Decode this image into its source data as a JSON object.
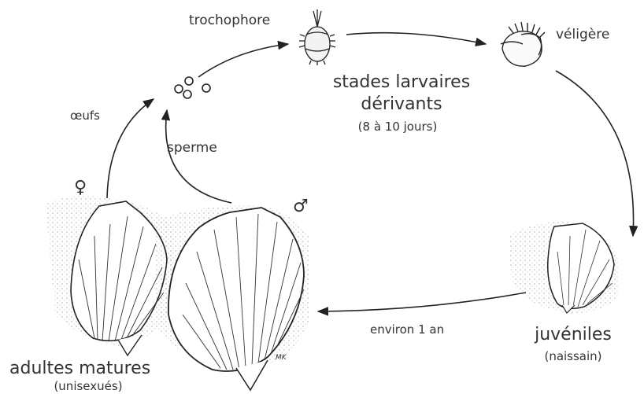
{
  "diagram": {
    "stages": {
      "trochophore": "trochophore",
      "veligere": "véligère",
      "larval_title_line1": "stades larvaires",
      "larval_title_line2": "dérivants",
      "larval_duration": "(8 à 10 jours)",
      "oeufs": "œufs",
      "sperme": "sperme",
      "female_symbol": "♀",
      "male_symbol": "♂",
      "juveniles": "juvéniles",
      "naissain": "(naissain)",
      "duration_to_adult": "environ 1 an",
      "adults_title": "adultes matures",
      "adults_subtitle": "(unisexués)",
      "signature": "MK"
    }
  }
}
